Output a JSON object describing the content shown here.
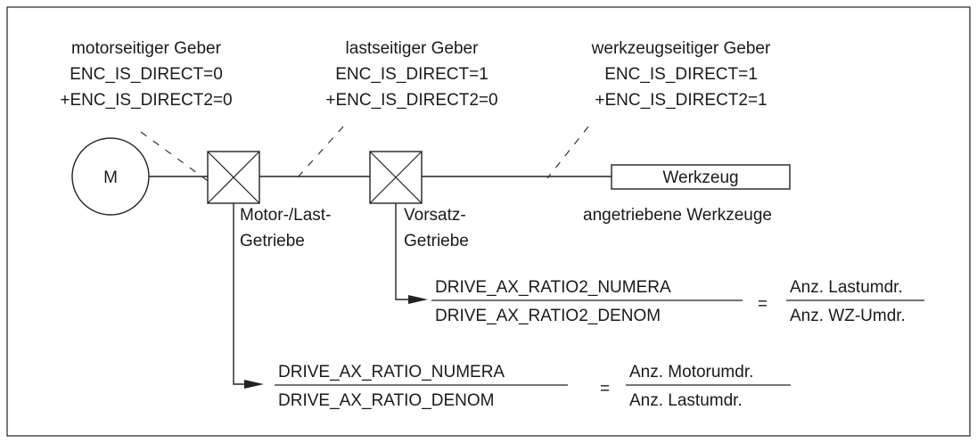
{
  "encoders": {
    "motor": {
      "title": "motorseitiger Geber",
      "line1": "ENC_IS_DIRECT=0",
      "line2": "+ENC_IS_DIRECT2=0"
    },
    "load": {
      "title": "lastseitiger Geber",
      "line1": "ENC_IS_DIRECT=1",
      "line2": "+ENC_IS_DIRECT2=0"
    },
    "tool": {
      "title": "werkzeugseitiger Geber",
      "line1": "ENC_IS_DIRECT=1",
      "line2": "+ENC_IS_DIRECT2=1"
    }
  },
  "motor_label": "M",
  "gearbox1": {
    "line1": "Motor-/Last-",
    "line2": "Getriebe"
  },
  "gearbox2": {
    "line1": "Vorsatz-",
    "line2": "Getriebe"
  },
  "tool_box_label": "Werkzeug",
  "driven_tools_label": "angetriebene Werkzeuge",
  "ratio2": {
    "numerator": "DRIVE_AX_RATIO2_NUMERA",
    "denominator": "DRIVE_AX_RATIO2_DENOM",
    "equals": "=",
    "rhs_numerator": "Anz. Lastumdr.",
    "rhs_denominator": "Anz. WZ-Umdr."
  },
  "ratio1": {
    "numerator": "DRIVE_AX_RATIO_NUMERA",
    "denominator": "DRIVE_AX_RATIO_DENOM",
    "equals": "=",
    "rhs_numerator": "Anz. Motorumdr.",
    "rhs_denominator": "Anz. Lastumdr."
  }
}
